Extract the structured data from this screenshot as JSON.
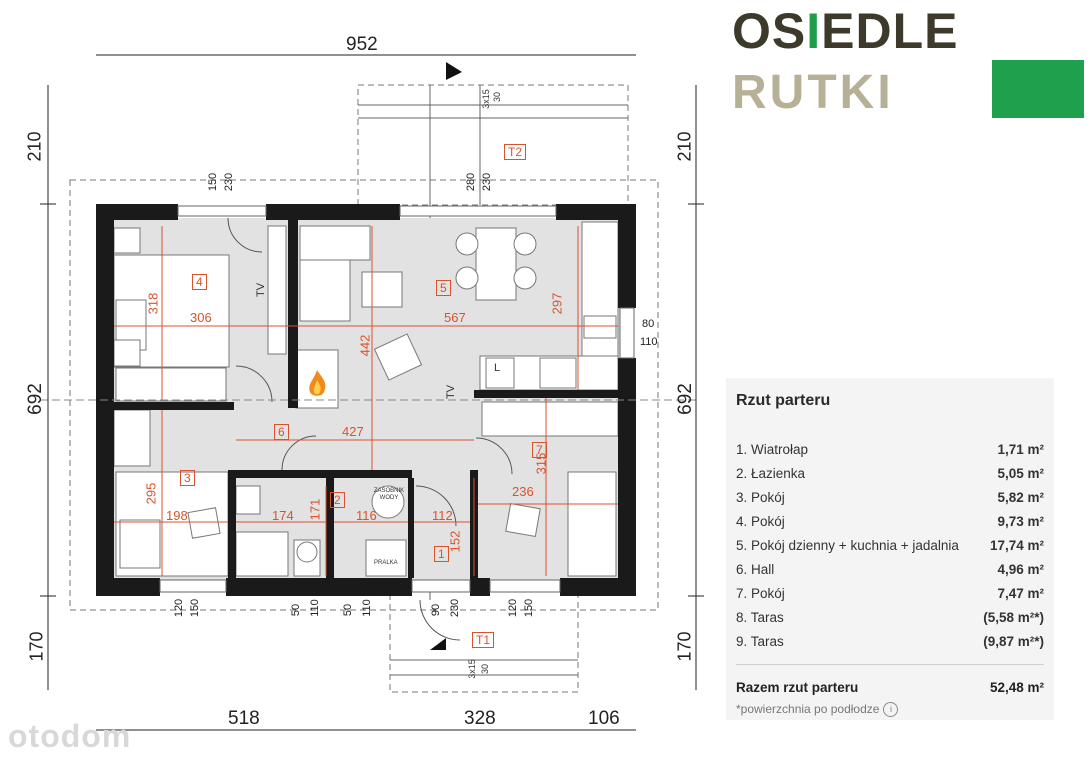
{
  "logo": {
    "line1_a": "OS",
    "line1_b": "I",
    "line1_c": "EDLE",
    "line2": "RUTKI"
  },
  "plan": {
    "overall_width": "952",
    "overall_height": "692",
    "top_dim": "210",
    "bottom_dim": "170",
    "bottom_dims": [
      "518",
      "328",
      "106"
    ],
    "window_dims": [
      "150",
      "230",
      "280",
      "230",
      "80",
      "110",
      "120",
      "150",
      "50",
      "110",
      "50",
      "110",
      "90",
      "230",
      "120",
      "150"
    ],
    "stair_labels": [
      "3x15",
      "30"
    ],
    "terrace_labels": [
      "T2",
      "T1"
    ],
    "room_numbers": [
      "4",
      "5",
      "6",
      "3",
      "2",
      "1",
      "7"
    ],
    "room_dims": [
      "318",
      "306",
      "567",
      "297",
      "442",
      "427",
      "295",
      "198",
      "174",
      "171",
      "116",
      "112",
      "152",
      "315",
      "236"
    ],
    "tv_label": "TV",
    "fridge_label": "L",
    "appliance_labels": [
      "ZASOBNIK WODY",
      "PRALKA"
    ]
  },
  "panel": {
    "title": "Rzut parteru",
    "rows": [
      {
        "label": "1. Wiatrołap",
        "value": "1,71 m²"
      },
      {
        "label": "2. Łazienka",
        "value": "5,05 m²"
      },
      {
        "label": "3. Pokój",
        "value": "5,82 m²"
      },
      {
        "label": "4. Pokój",
        "value": "9,73 m²"
      },
      {
        "label": "5. Pokój dzienny + kuchnia + jadalnia",
        "value": "17,74 m²"
      },
      {
        "label": "6. Hall",
        "value": "4,96 m²"
      },
      {
        "label": "7. Pokój",
        "value": "7,47 m²"
      },
      {
        "label": "8. Taras",
        "value": "(5,58 m²*)"
      },
      {
        "label": "9. Taras",
        "value": "(9,87 m²*)"
      }
    ],
    "total_label": "Razem rzut parteru",
    "total_value": "52,48 m²",
    "note": "*powierzchnia po podłodze",
    "info_icon": "i"
  },
  "watermark": "otodom",
  "colors": {
    "wall": "#1a1a1a",
    "floor": "#e2e2e2",
    "dim_red": "#d9532f",
    "brand_green": "#1ea04c",
    "brand_dark": "#3d3a2c",
    "brand_tan": "#b6b096"
  }
}
